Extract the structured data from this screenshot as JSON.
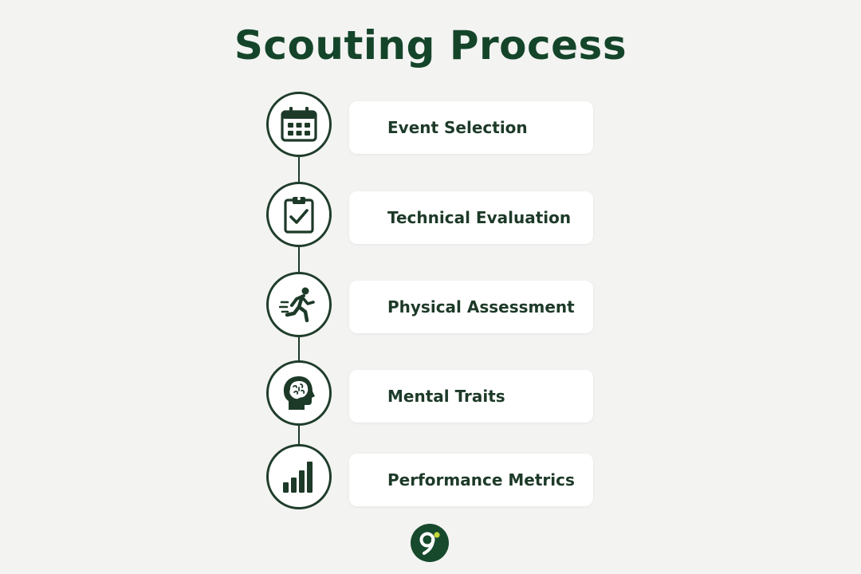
{
  "title": "Scouting Process",
  "steps": [
    {
      "label": "Event Selection",
      "icon": "calendar-icon"
    },
    {
      "label": "Technical Evaluation",
      "icon": "clipboard-check-icon"
    },
    {
      "label": "Physical Assessment",
      "icon": "running-person-icon"
    },
    {
      "label": "Mental Traits",
      "icon": "head-brain-icon"
    },
    {
      "label": "Performance Metrics",
      "icon": "bar-chart-icon"
    }
  ],
  "colors": {
    "primary": "#14452a",
    "line": "#1d3a28",
    "background": "#f3f3f2",
    "card": "#ffffff",
    "accent": "#c6d93a"
  },
  "logo": {
    "icon": "brand-logo-icon"
  }
}
